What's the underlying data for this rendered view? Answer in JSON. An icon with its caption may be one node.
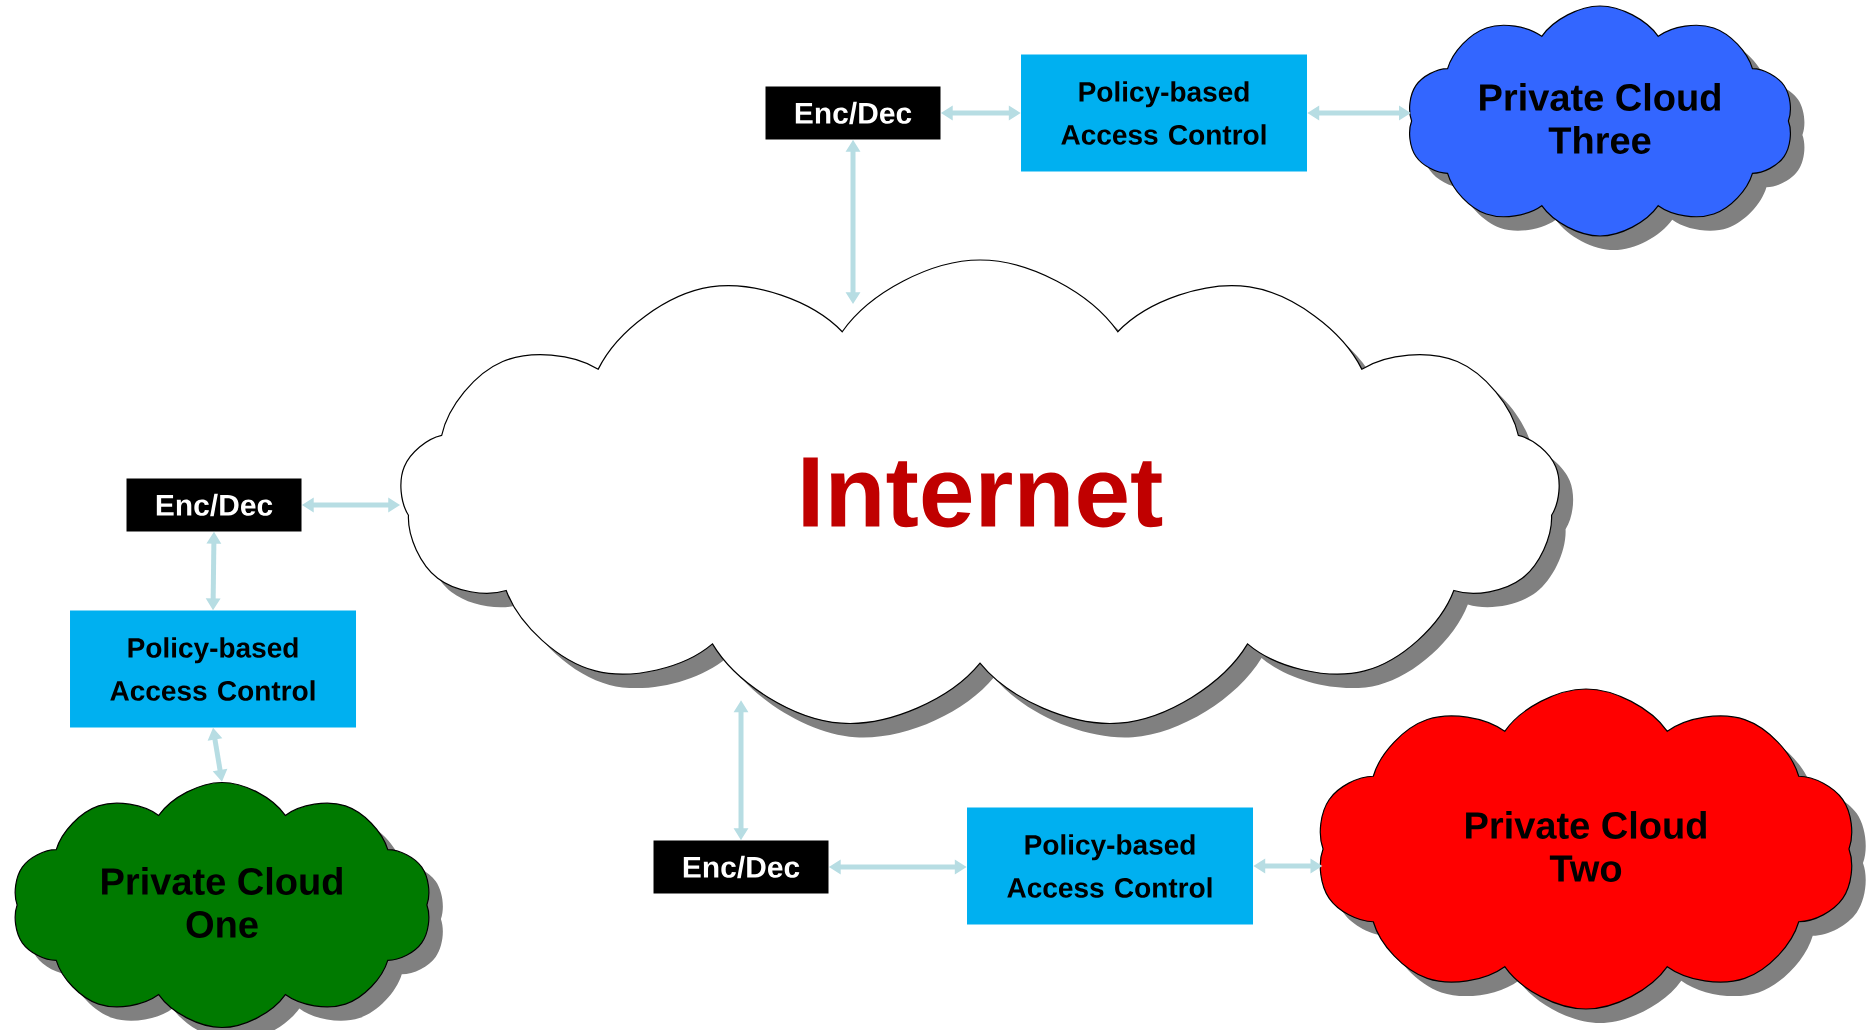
{
  "diagram": {
    "nodes": [
      {
        "text": [
          "Internet"
        ]
      },
      {
        "text": [
          "Enc/Dec"
        ]
      },
      {
        "text": [
          "Policy-based Access Control"
        ]
      },
      {
        "text": [
          "Private Cloud Three"
        ]
      },
      {
        "text": [
          "Enc/Dec"
        ]
      },
      {
        "text": [
          "Policy-based Access Control"
        ]
      },
      {
        "text": [
          "Private Cloud One"
        ]
      },
      {
        "text": [
          "Enc/Dec"
        ]
      },
      {
        "text": [
          "Policy-based Access Control"
        ]
      },
      {
        "text": [
          "Private Cloud Two"
        ]
      }
    ],
    "edges": [
      {
        "from": 1,
        "to": 0,
        "arrow": "both"
      },
      {
        "from": 1,
        "to": 2,
        "arrow": "both"
      },
      {
        "from": 2,
        "to": 3,
        "arrow": "both"
      },
      {
        "from": 4,
        "to": 0,
        "arrow": "both"
      },
      {
        "from": 4,
        "to": 5,
        "arrow": "both"
      },
      {
        "from": 5,
        "to": 6,
        "arrow": "both"
      },
      {
        "from": 7,
        "to": 0,
        "arrow": "both"
      },
      {
        "from": 7,
        "to": 8,
        "arrow": "both"
      },
      {
        "from": 8,
        "to": 9,
        "arrow": "both"
      }
    ]
  }
}
